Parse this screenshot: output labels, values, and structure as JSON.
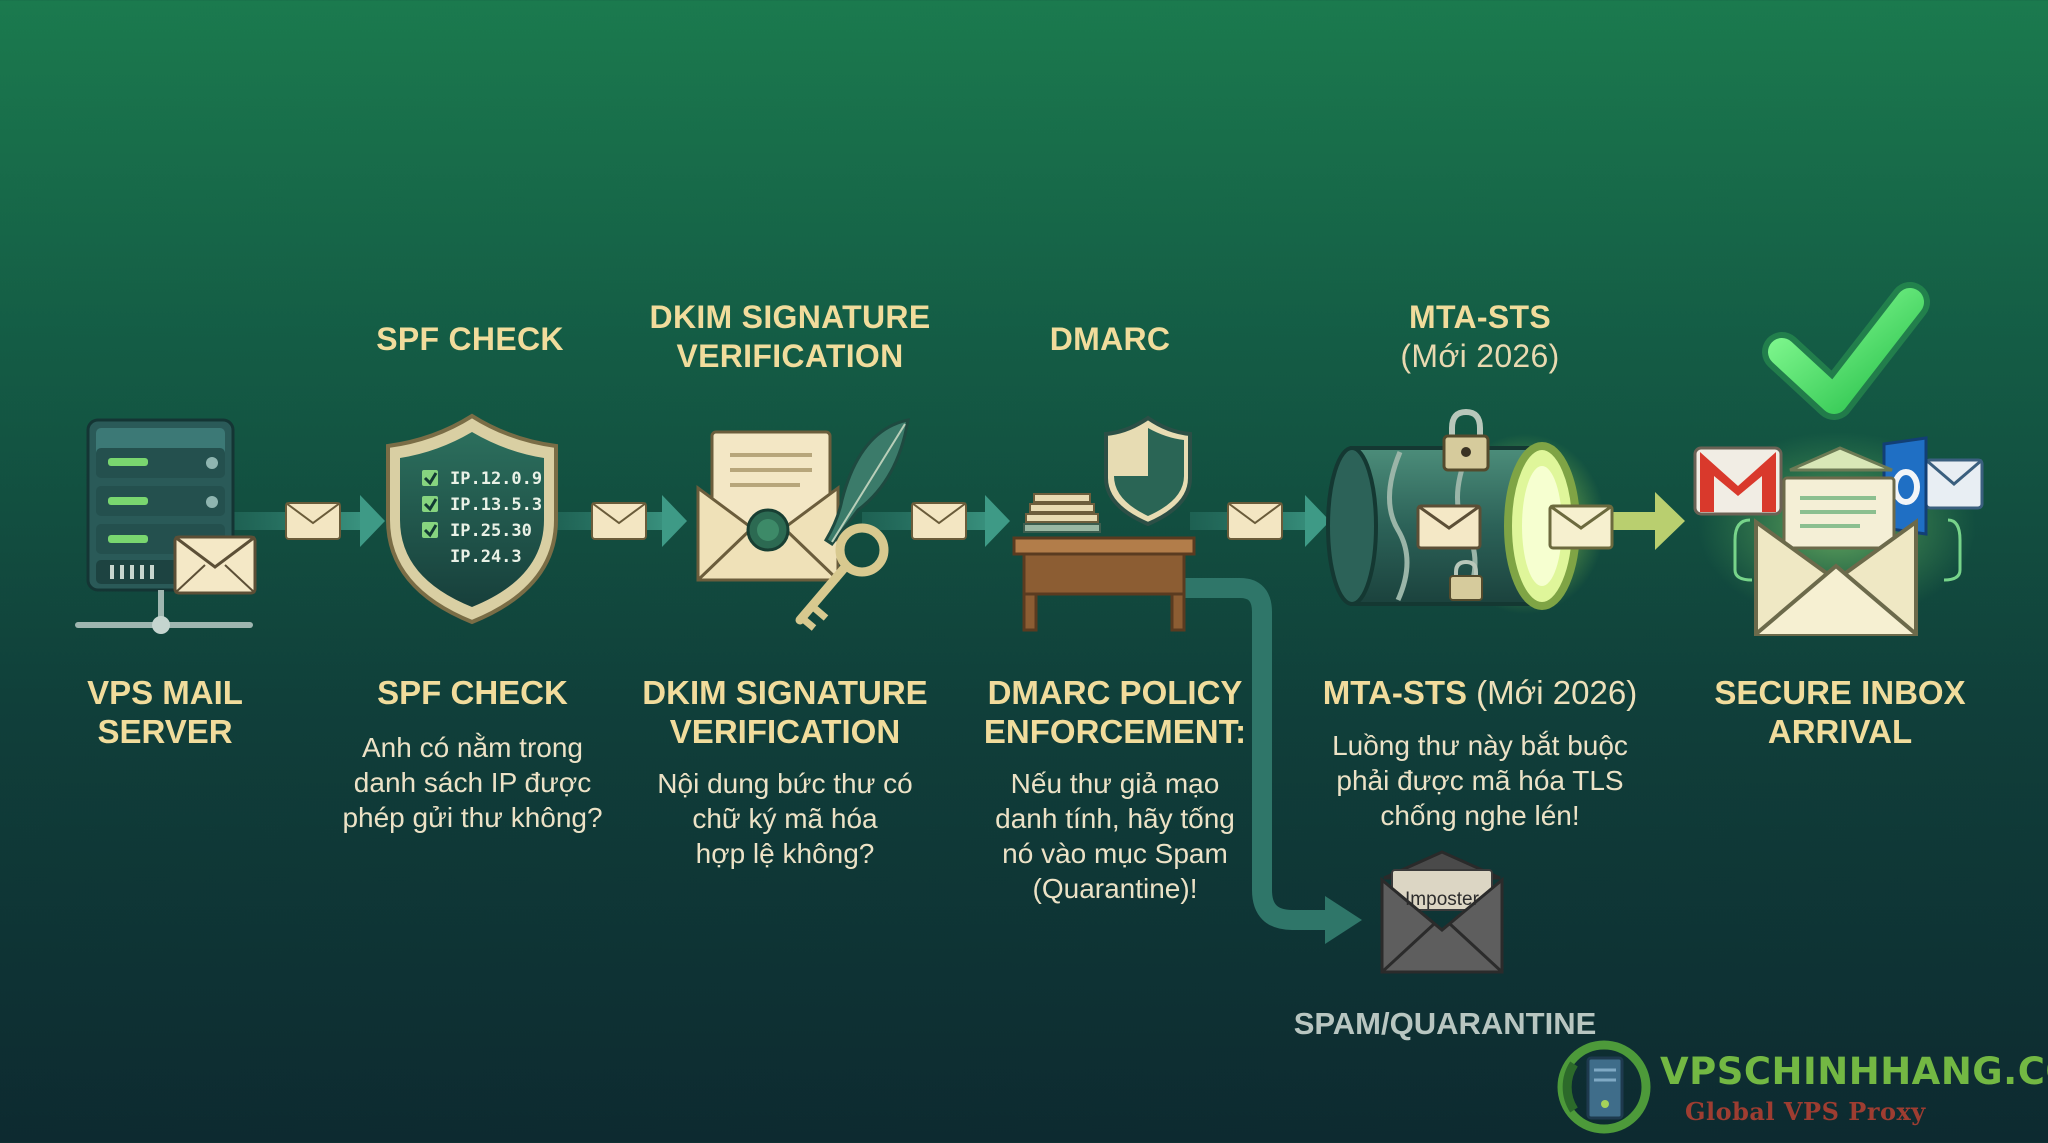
{
  "stages": [
    {
      "id": "vps",
      "label_line1": "VPS MAIL",
      "label_line2": "SERVER"
    },
    {
      "id": "spf",
      "header": "SPF CHECK",
      "label": "SPF CHECK",
      "desc_line1": "Anh có nằm trong",
      "desc_line2": "danh sách IP được",
      "desc_line3": "phép gửi thư không?",
      "ip_list": [
        "IP.12.0.9",
        "IP.13.5.3",
        "IP.25.30",
        "IP.24.3"
      ]
    },
    {
      "id": "dkim",
      "header_line1": "DKIM SIGNATURE",
      "header_line2": "VERIFICATION",
      "label_line1": "DKIM SIGNATURE",
      "label_line2": "VERIFICATION",
      "desc_line1": "Nội dung bức thư có",
      "desc_line2": "chữ ký mã hóa",
      "desc_line3": "hợp lệ không?"
    },
    {
      "id": "dmarc",
      "header": "DMARC",
      "label_line1": "DMARC POLICY",
      "label_line2": "ENFORCEMENT:",
      "desc_line1": "Nếu thư giả mạo",
      "desc_line2": "danh tính, hãy tống",
      "desc_line3": "nó vào mục Spam",
      "desc_line4": "(Quarantine)!"
    },
    {
      "id": "mta",
      "header": "MTA-STS",
      "header_sub": "(Mới 2026)",
      "label": "MTA-STS",
      "label_sub": "(Mới 2026)",
      "desc_line1": "Luồng thư này bắt buộc",
      "desc_line2": "phải được mã hóa TLS",
      "desc_line3": "chống nghe lén!"
    },
    {
      "id": "inbox",
      "label_line1": "SECURE INBOX",
      "label_line2": "ARRIVAL"
    }
  ],
  "spam": {
    "envelope_label": "Imposter",
    "label": "SPAM/QUARANTINE"
  },
  "brand": {
    "name": "VPSCHINHHANG.COM",
    "tagline": "Global VPS Proxy"
  },
  "colors": {
    "accent_green": "#57e26f",
    "arrow": "#3a8f7e",
    "label": "#f1dc9c"
  }
}
